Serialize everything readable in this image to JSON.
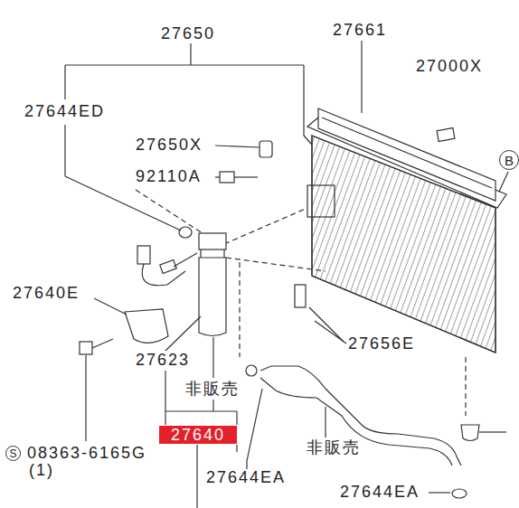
{
  "diagram": {
    "nodes": [
      {
        "text": [
          "27640"
        ]
      },
      {
        "text": [
          "B"
        ]
      },
      {
        "text": [
          "S"
        ]
      }
    ],
    "labels": [
      "27650",
      "27661",
      "27000X",
      "27644ED",
      "27650X",
      "92110A",
      "27640E",
      "27623",
      "非販売",
      "27656E",
      "非販売",
      "08363-6165G",
      "(1)",
      "27644EA",
      "27644EA"
    ]
  }
}
